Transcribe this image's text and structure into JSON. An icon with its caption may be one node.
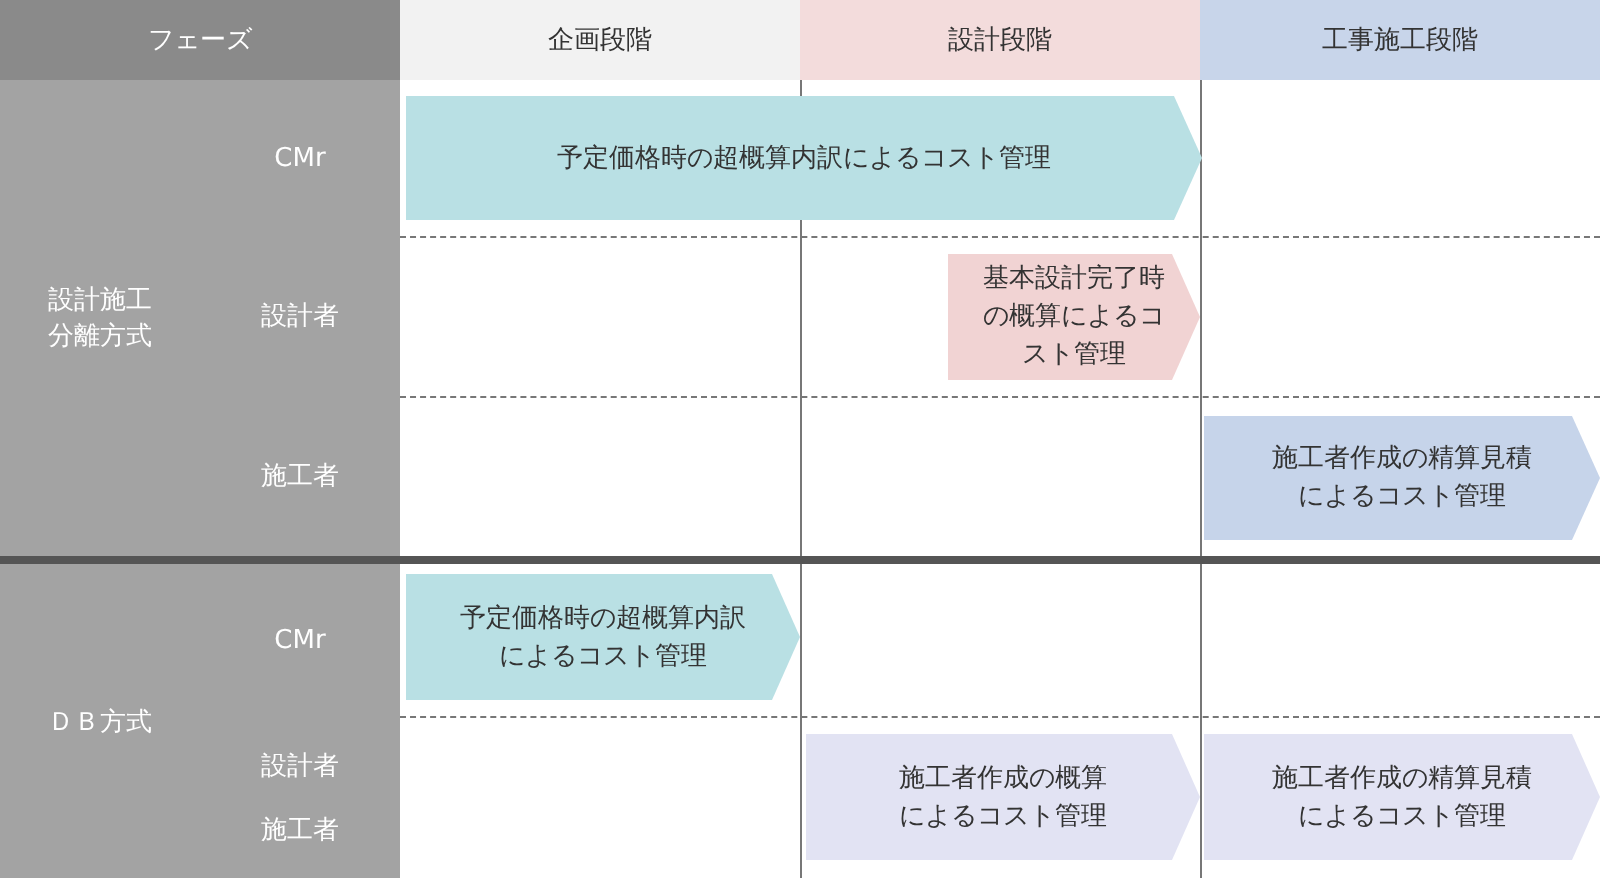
{
  "diagram": {
    "nodes": [
      {
        "text": [
          "フェーズ"
        ]
      },
      {
        "text": [
          "企画段階"
        ]
      },
      {
        "text": [
          "設計段階"
        ]
      },
      {
        "text": [
          "工事施工段階"
        ]
      },
      {
        "text": [
          "設計施工分離方式"
        ]
      },
      {
        "text": [
          "CMr"
        ]
      },
      {
        "text": [
          "設計者"
        ]
      },
      {
        "text": [
          "施工者"
        ]
      },
      {
        "text": [
          "ＤＢ方式"
        ]
      },
      {
        "text": [
          "CMr"
        ]
      },
      {
        "text": [
          "設計者",
          "施工者"
        ]
      },
      {
        "text": [
          "予定価格時の超概算内訳によるコスト管理"
        ]
      },
      {
        "text": [
          "基本設計完了時の概算によるコスト管理"
        ]
      },
      {
        "text": [
          "施工者作成の精算見積によるコスト管理"
        ]
      },
      {
        "text": [
          "予定価格時の超概算内訳によるコスト管理"
        ]
      },
      {
        "text": [
          "施工者作成の概算によるコスト管理"
        ]
      },
      {
        "text": [
          "施工者作成の精算見積によるコスト管理"
        ]
      }
    ],
    "edges": []
  }
}
